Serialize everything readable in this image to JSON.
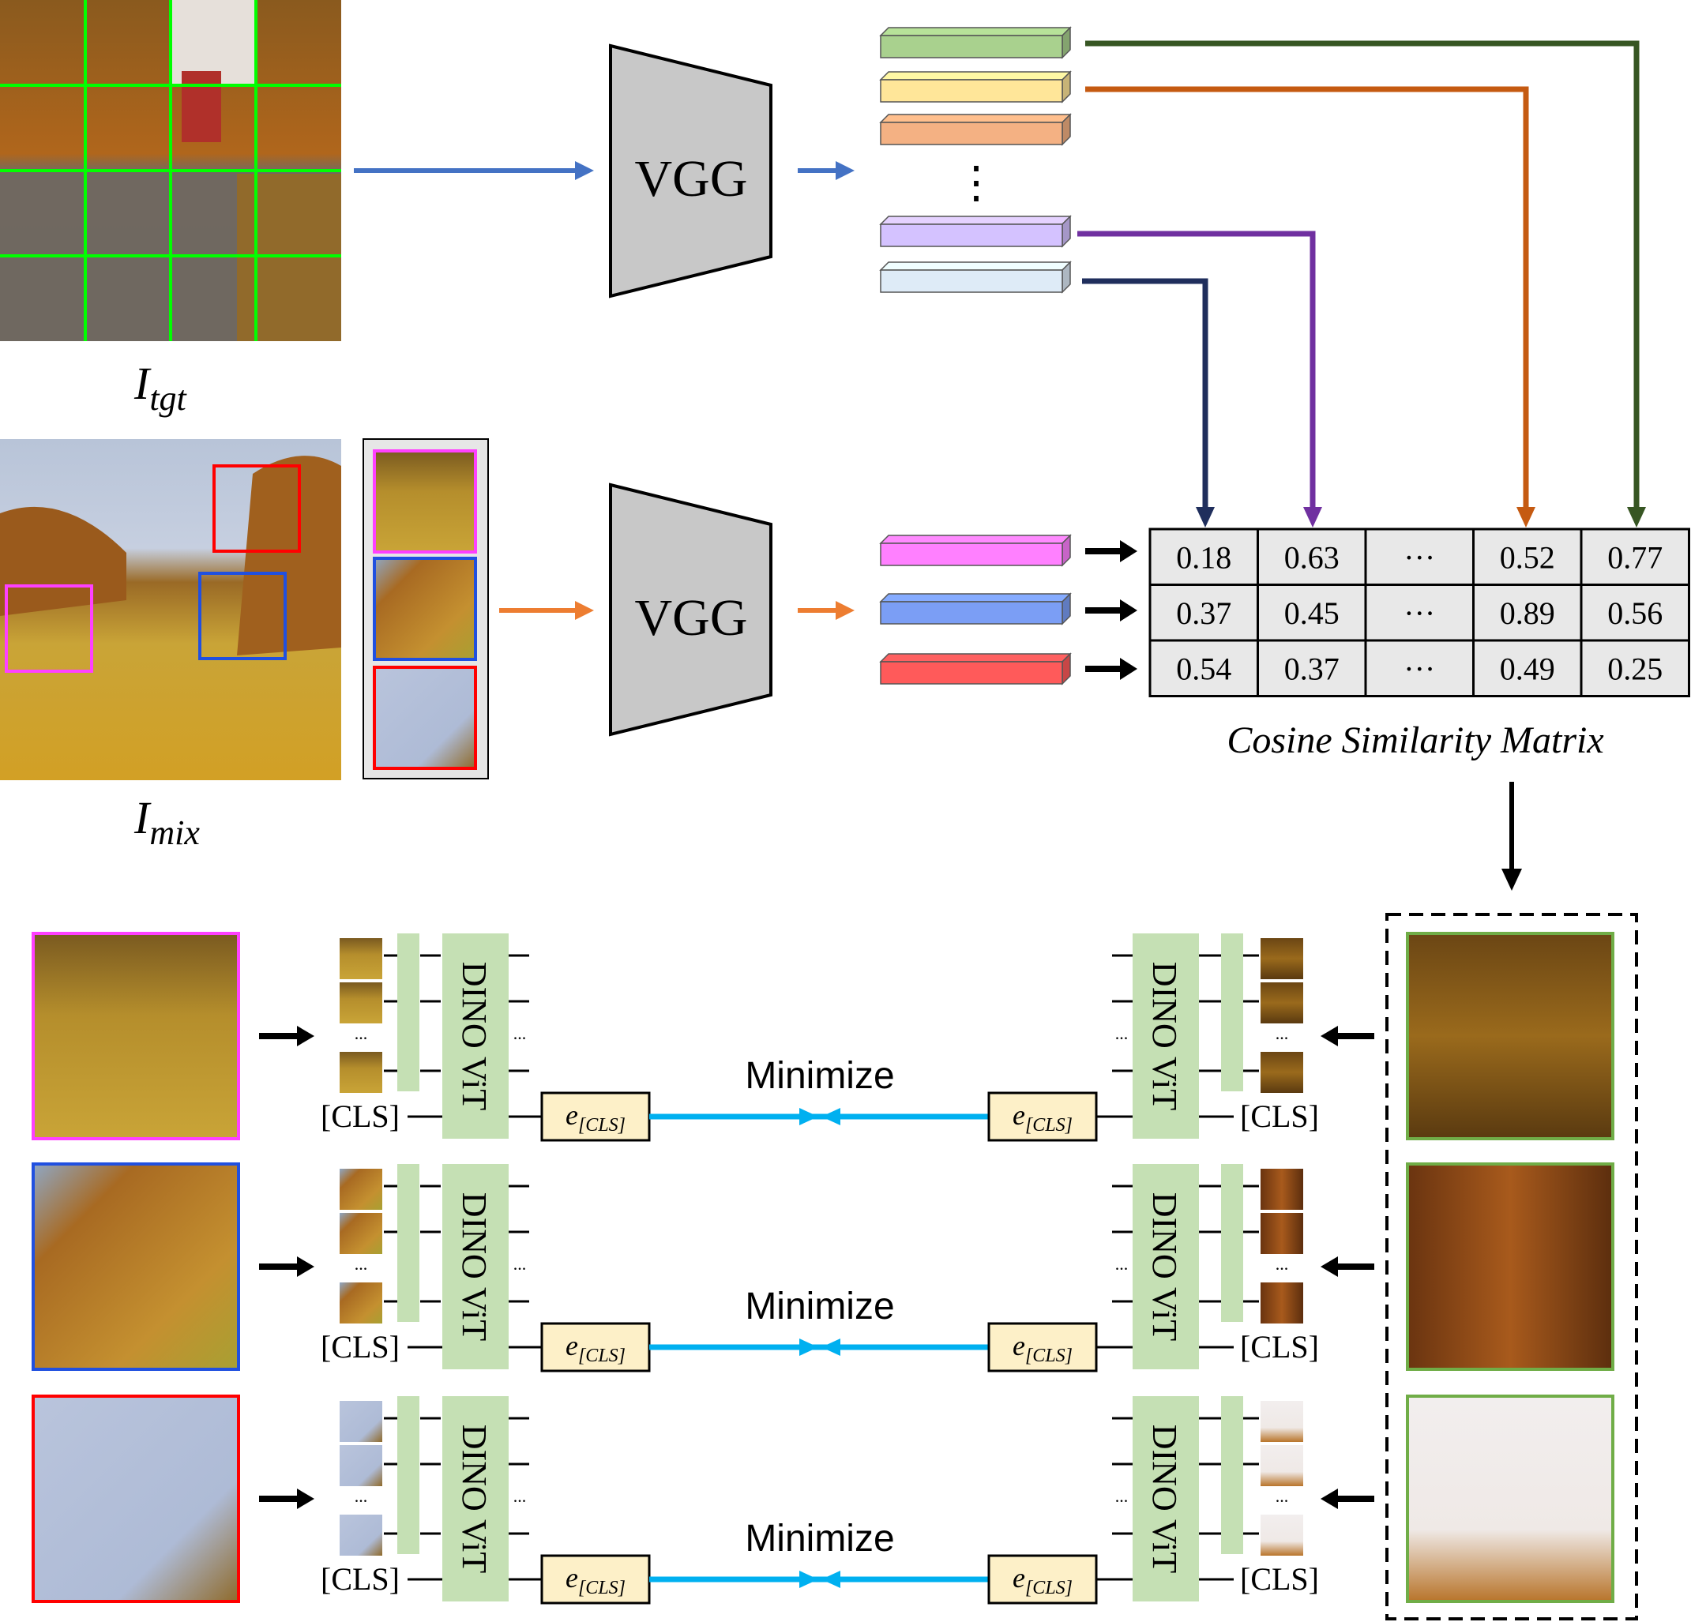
{
  "colors": {
    "blue_arrow": "#4472c4",
    "orange_arrow": "#ed7d31",
    "green_line": "#375623",
    "orange_line": "#c55a11",
    "purple_line": "#7030a0",
    "navy_line": "#1f2e5c",
    "cyan_line": "#00b0f0",
    "vgg_fill": "#c8c8c8",
    "dino_fill": "#c5e0b4",
    "ecls_fill": "#fdf0c8",
    "matrix_fill": "#e8e8e8",
    "grid_green": "#00ff00",
    "patch_magenta": "#ff40ff",
    "patch_blue": "#2050e0",
    "patch_red": "#ff0000",
    "target_frame": "#70ad47"
  },
  "images": {
    "target": {
      "label_base": "I",
      "label_sub": "tgt",
      "icon": "autumn-river-photo"
    },
    "mix": {
      "label_base": "I",
      "label_sub": "mix",
      "icon": "autumn-meadow-photo"
    }
  },
  "encoders": {
    "top_label": "VGG",
    "bottom_label": "VGG"
  },
  "feature_bars": {
    "target": [
      "#a9d18e",
      "#ffe699",
      "#f4b183",
      "#d4c2ff",
      "#deebf7"
    ],
    "mix": [
      "#ff80ff",
      "#7b9ef5",
      "#ff5a5a"
    ],
    "vertical_dots": "⋮"
  },
  "matrix": {
    "caption": "Cosine Similarity Matrix",
    "rows": [
      [
        "0.18",
        "0.63",
        "···",
        "0.52",
        "0.77"
      ],
      [
        "0.37",
        "0.45",
        "···",
        "0.89",
        "0.56"
      ],
      [
        "0.54",
        "0.37",
        "···",
        "0.49",
        "0.25"
      ]
    ]
  },
  "rows": [
    {
      "frame_color": "#ff40ff",
      "target_tone": "grass"
    },
    {
      "frame_color": "#2050e0",
      "target_tone": "forest"
    },
    {
      "frame_color": "#ff0000",
      "target_tone": "sky"
    }
  ],
  "dino": {
    "label": "DINO ViT",
    "cls_label": "[CLS]",
    "ecls_base": "e",
    "ecls_sub": "[CLS]",
    "minimize_label": "Minimize",
    "ellipsis": "..."
  }
}
